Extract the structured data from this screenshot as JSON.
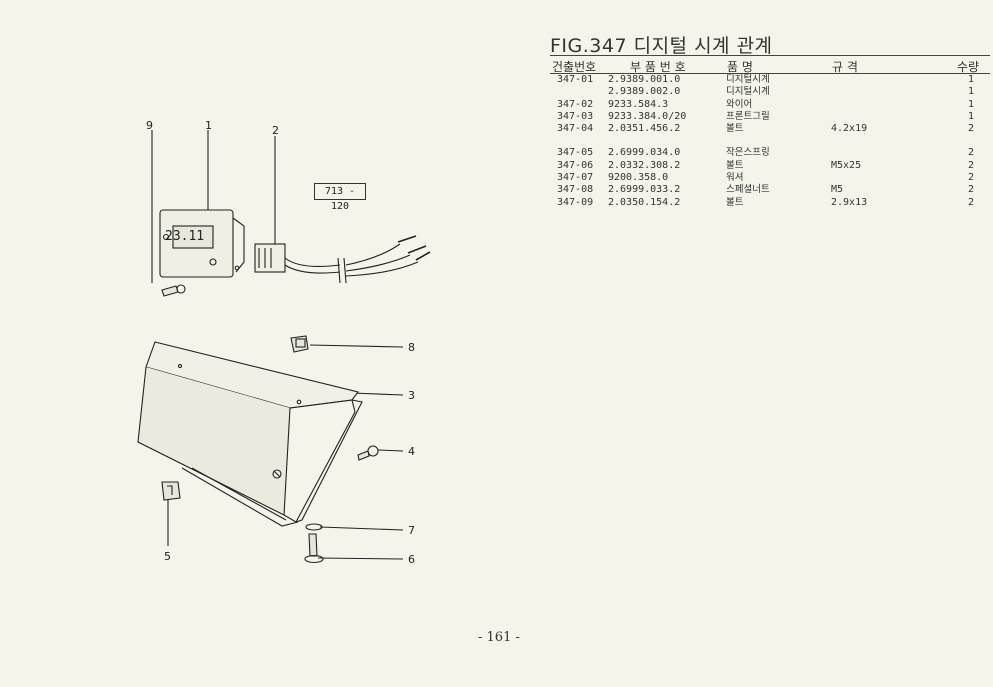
{
  "figure": {
    "title": "FIG.347 디지털 시계 관계",
    "reference_code": "713 - 120"
  },
  "table": {
    "headers": {
      "no": "건출번호",
      "part_no": "부 품 번 호",
      "name": "품 명",
      "spec": "규 격",
      "qty": "수량"
    },
    "rows": [
      {
        "no": "347-01",
        "part_no": "2.9389.001.0",
        "name": "디지털시계",
        "spec": "",
        "qty": "1"
      },
      {
        "no": "",
        "part_no": "2.9389.002.0",
        "name": "디지털시계",
        "spec": "",
        "qty": "1"
      },
      {
        "no": "347-02",
        "part_no": "9233.584.3",
        "name": "와이어",
        "spec": "",
        "qty": "1"
      },
      {
        "no": "347-03",
        "part_no": "9233.384.0/20",
        "name": "프론트그릴",
        "spec": "",
        "qty": "1"
      },
      {
        "no": "347-04",
        "part_no": "2.0351.456.2",
        "name": "볼트",
        "spec": "4.2x19",
        "qty": "2"
      },
      {
        "no": "347-05",
        "part_no": "2.6999.034.0",
        "name": "작은스프링",
        "spec": "",
        "qty": "2"
      },
      {
        "no": "347-06",
        "part_no": "2.0332.308.2",
        "name": "볼트",
        "spec": "M5x25",
        "qty": "2"
      },
      {
        "no": "347-07",
        "part_no": "9200.358.0",
        "name": "워셔",
        "spec": "",
        "qty": "2"
      },
      {
        "no": "347-08",
        "part_no": "2.6999.033.2",
        "name": "스페셜너트",
        "spec": "M5",
        "qty": "2"
      },
      {
        "no": "347-09",
        "part_no": "2.0350.154.2",
        "name": "볼트",
        "spec": "2.9x13",
        "qty": "2"
      }
    ]
  },
  "diagram": {
    "clock_display": "23.11",
    "callouts": [
      "1",
      "2",
      "3",
      "4",
      "5",
      "6",
      "7",
      "8",
      "9"
    ]
  },
  "page_number": "- 161 -"
}
